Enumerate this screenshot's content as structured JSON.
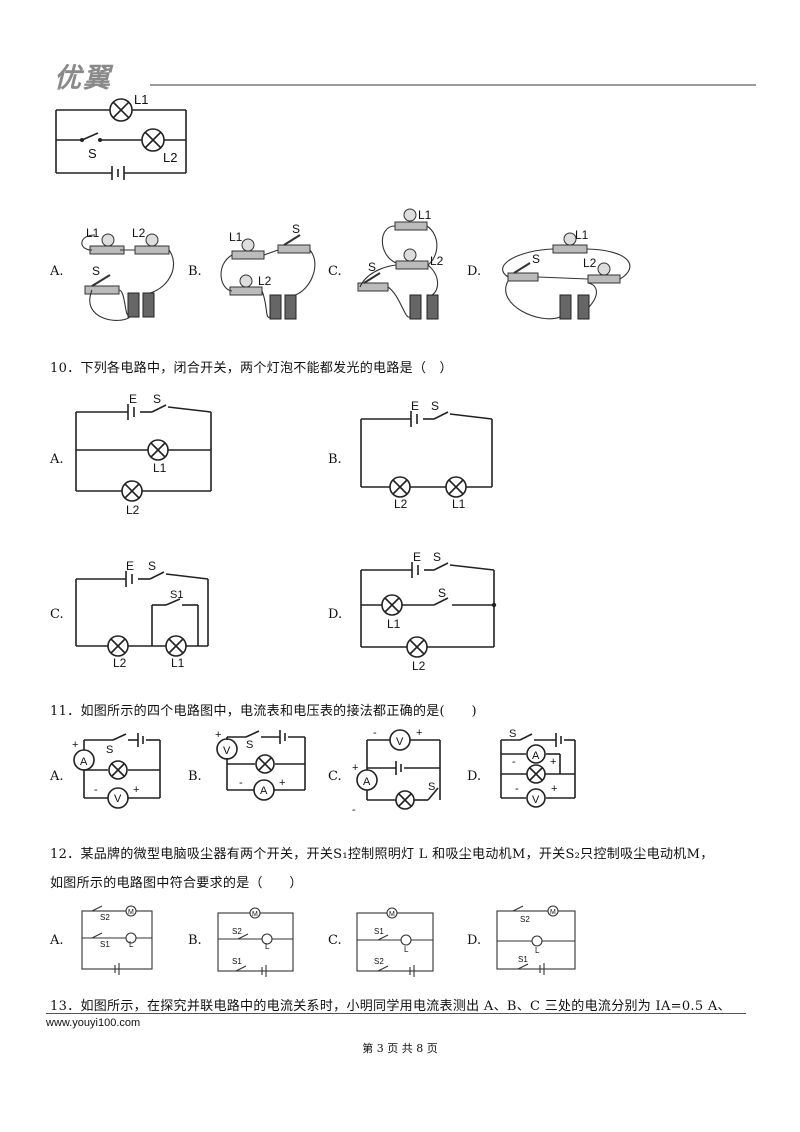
{
  "header": {
    "logo_text": "优翼"
  },
  "figure_top": {
    "labels": [
      "L1",
      "L2",
      "S"
    ]
  },
  "q9_photo_options": {
    "labels": [
      "A.",
      "B.",
      "C.",
      "D."
    ],
    "component_labels": [
      "L1",
      "L2",
      "S"
    ]
  },
  "q10": {
    "question": "10．下列各电路中，闭合开关，两个灯泡不能都发光的电路是（　）",
    "labels": [
      "A.",
      "B.",
      "C.",
      "D."
    ],
    "component_labels": {
      "battery": "E",
      "switch": "S",
      "switch1": "S1",
      "lamp1": "L1",
      "lamp2": "L2"
    }
  },
  "q11": {
    "question": "11．如图所示的四个电路图中，电流表和电压表的接法都正确的是(　　)",
    "labels": [
      "A.",
      "B.",
      "C.",
      "D."
    ],
    "meter_labels": {
      "ammeter": "A",
      "voltmeter": "V",
      "switch": "S",
      "plus": "+",
      "minus": "-"
    }
  },
  "q12": {
    "question_line1": "12．某品牌的微型电脑吸尘器有两个开关，开关S₁控制照明灯 L 和吸尘电动机M，开关S₂只控制吸尘电动机M，",
    "question_line2": "如图所示的电路图中符合要求的是（　　）",
    "labels": [
      "A.",
      "B.",
      "C.",
      "D."
    ],
    "component_labels": {
      "motor": "M",
      "lamp": "L",
      "s1": "S1",
      "s2": "S2"
    }
  },
  "q13": {
    "question": "13．如图所示，在探究并联电路中的电流关系时，小明同学用电流表测出 A、B、C 三处的电流分别为 IA=0.5 A、"
  },
  "footer": {
    "website": "www.youyi100.com",
    "page": "第 3 页  共 8 页"
  }
}
